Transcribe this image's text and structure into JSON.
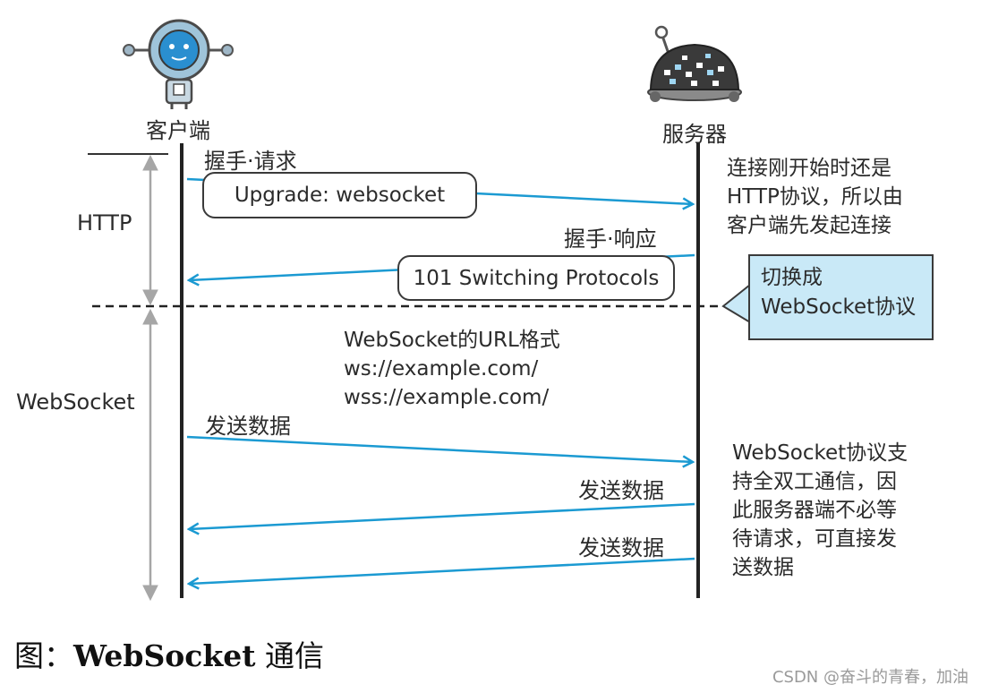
{
  "actors": {
    "client": "客户端",
    "server": "服务器",
    "client_icon": "robot-client-icon",
    "server_icon": "robot-server-icon"
  },
  "phases": {
    "http": "HTTP",
    "websocket": "WebSocket"
  },
  "messages": {
    "handshake_request_label": "握手·请求",
    "upgrade": "Upgrade: websocket",
    "handshake_response_label": "握手·响应",
    "switching": "101 Switching Protocols",
    "send_data_1": "发送数据",
    "send_data_2": "发送数据",
    "send_data_3": "发送数据"
  },
  "notes": {
    "http_note": "连接刚开始时还是\nHTTP协议，所以由\n客户端先发起连接",
    "switch_note": "切换成\nWebSocket协议",
    "url_format": "WebSocket的URL格式\nws://example.com/\nwss://example.com/",
    "duplex_note": "WebSocket协议支\n持全双工通信，因\n此服务器端不必等\n待请求，可直接发\n送数据"
  },
  "caption": {
    "prefix": "图：",
    "bold": "WebSocket",
    "suffix": " 通信"
  },
  "watermark": "CSDN @奋斗的青春，加油",
  "colors": {
    "arrow": "#1b9ad2",
    "callout_bg": "#c9e9f7",
    "line": "#222222",
    "phase_arrow": "#a6a6a6"
  }
}
